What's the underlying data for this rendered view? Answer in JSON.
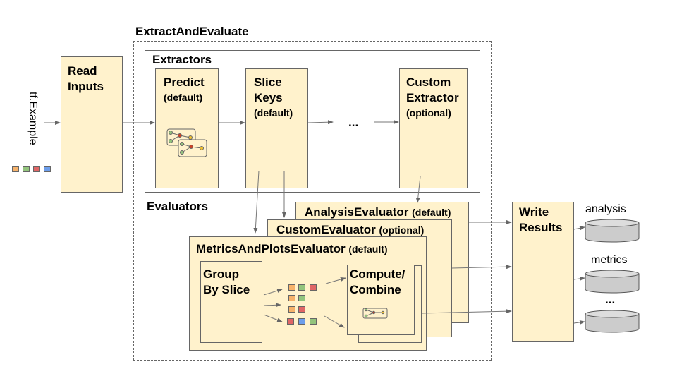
{
  "title": "ExtractAndEvaluate",
  "input_label": "tf.Example",
  "read_inputs": "Read\nInputs",
  "extractors": {
    "label": "Extractors",
    "predict": {
      "name": "Predict",
      "tag": "(default)"
    },
    "slice_keys": {
      "name": "Slice\nKeys",
      "tag": "(default)"
    },
    "ellipsis": "...",
    "custom": {
      "name": "Custom\nExtractor",
      "tag": "(optional)"
    }
  },
  "evaluators": {
    "label": "Evaluators",
    "analysis": {
      "name": "AnalysisEvaluator",
      "tag": "(default)"
    },
    "custom": {
      "name": "CustomEvaluator",
      "tag": "(optional)"
    },
    "metrics": {
      "name": "MetricsAndPlotsEvaluator",
      "tag": "(default)"
    },
    "group": "Group\nBy Slice",
    "compute": "Compute/\nCombine"
  },
  "write_results": "Write\nResults",
  "outputs": [
    "analysis",
    "metrics",
    "..."
  ],
  "colors": {
    "box": "#fff2cc",
    "orange": "#f6b26b",
    "green": "#93c47d",
    "red": "#e06666",
    "blue": "#6d9eeb"
  }
}
